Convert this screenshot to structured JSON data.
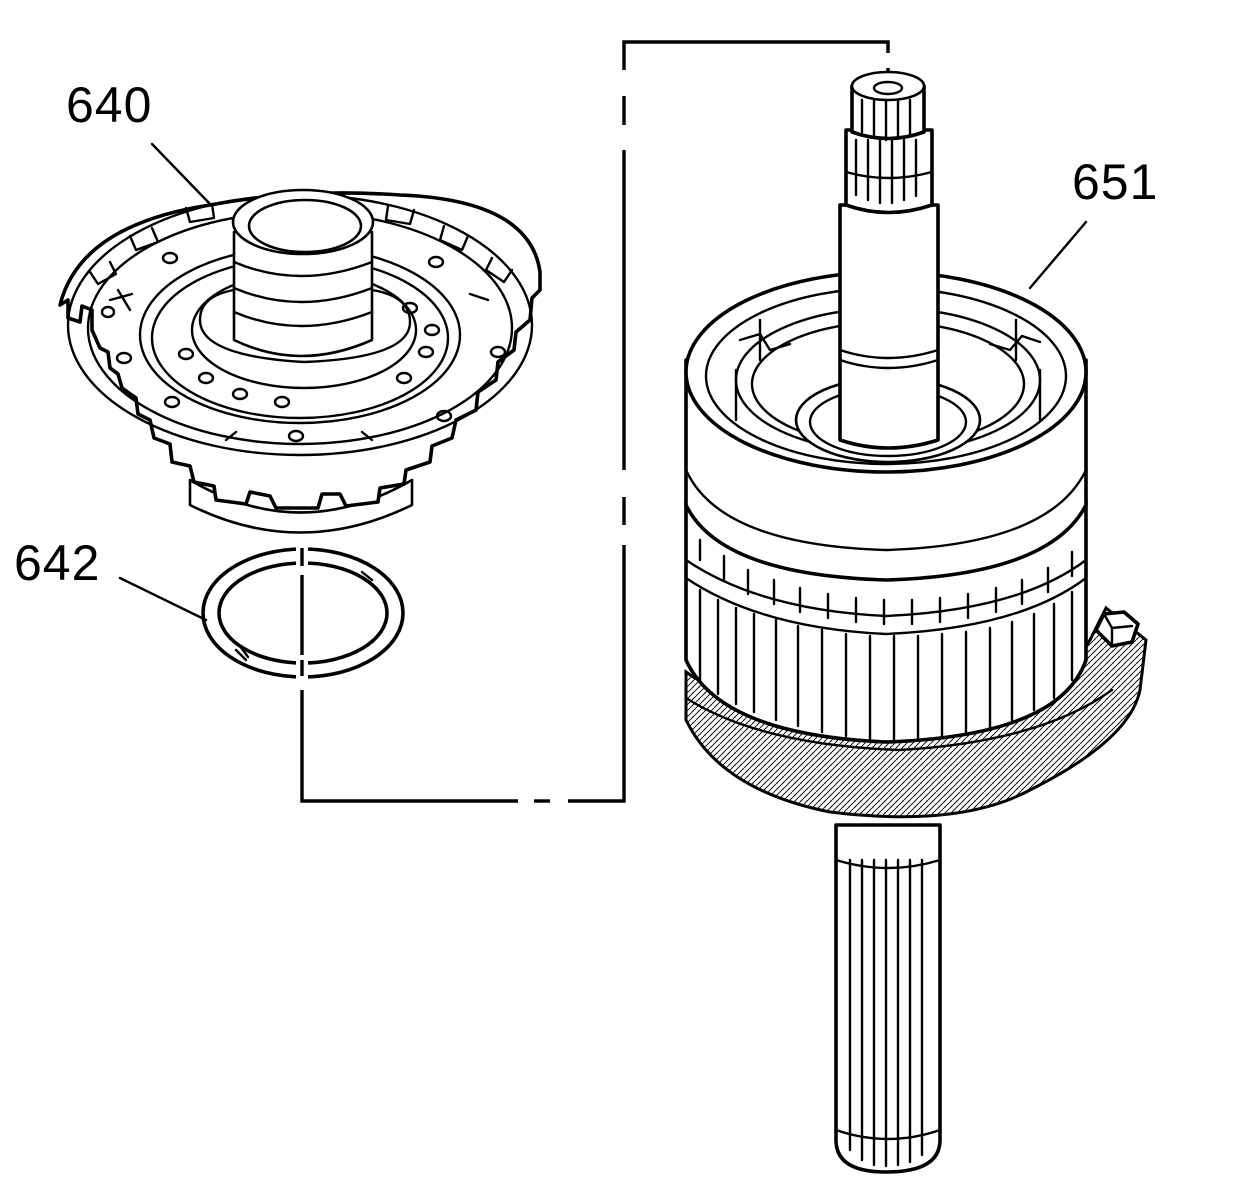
{
  "callouts": {
    "carrier": "640",
    "ring": "642",
    "shaft": "651"
  },
  "colors": {
    "line": "#000000",
    "background": "#ffffff"
  }
}
